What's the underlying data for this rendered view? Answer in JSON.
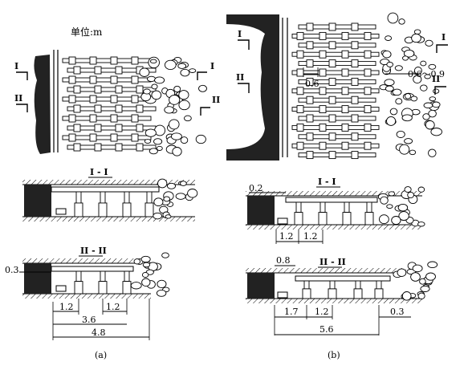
{
  "unit_label": "单位:m",
  "panel_a": {
    "caption": "(a)",
    "plan_section_marks": [
      "I",
      "I",
      "II",
      "II"
    ],
    "section1_title": "I - I",
    "section2_title": "II - II",
    "dims": {
      "left_offset": "0.3",
      "spacing_1": "1.2",
      "spacing_2": "1.2",
      "span_inner": "3.6",
      "span_total": "4.8"
    }
  },
  "panel_b": {
    "caption": "(b)",
    "plan_section_marks": [
      "I",
      "I",
      "II",
      "II"
    ],
    "plan_dim_small": "0.6",
    "plan_dim_range": "0.6～0.9",
    "section1_title": "I - I",
    "section2_title": "II - II",
    "dims": {
      "s1_offset": "0.2",
      "s1_spacing_1": "1.2",
      "s1_spacing_2": "1.2",
      "s2_offset": "0.8",
      "s2_spacing_1": "1.7",
      "s2_spacing_2": "1.2",
      "s2_right": "0.3",
      "s2_total": "5.6"
    }
  }
}
